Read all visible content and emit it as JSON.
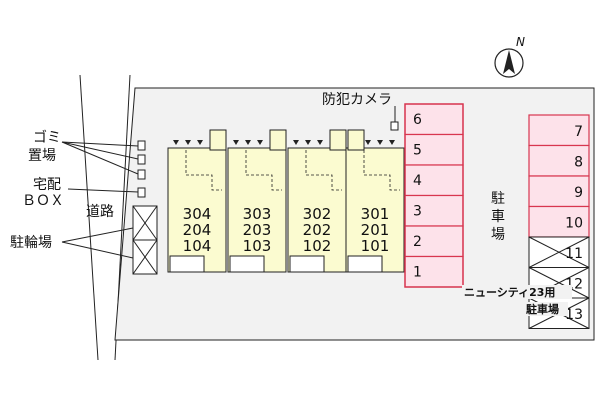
{
  "compass": {
    "north_label": "N"
  },
  "labels": {
    "camera": "防犯カメラ",
    "garbage_line1": "ゴミ",
    "garbage_line2": "置場",
    "delivery_line1": "宅配",
    "delivery_line2": "ＢＯＸ",
    "road": "道路",
    "bicycle": "駐輪場",
    "parking_char1": "駐",
    "parking_char2": "車",
    "parking_char3": "場",
    "newcity_line1": "ニューシティ23用",
    "newcity_line2": "駐車場"
  },
  "units": [
    {
      "name": "unit-block-4",
      "rooms": [
        "304",
        "204",
        "104"
      ]
    },
    {
      "name": "unit-block-3",
      "rooms": [
        "303",
        "203",
        "103"
      ]
    },
    {
      "name": "unit-block-2",
      "rooms": [
        "302",
        "202",
        "102"
      ]
    },
    {
      "name": "unit-block-1",
      "rooms": [
        "301",
        "201",
        "101"
      ]
    }
  ],
  "parking_left": [
    "6",
    "5",
    "4",
    "3",
    "2",
    "1"
  ],
  "parking_right": [
    {
      "label": "7",
      "reserved": false
    },
    {
      "label": "8",
      "reserved": false
    },
    {
      "label": "9",
      "reserved": false
    },
    {
      "label": "10",
      "reserved": false
    },
    {
      "label": "11",
      "reserved": true
    },
    {
      "label": "12",
      "reserved": true
    },
    {
      "label": "13",
      "reserved": true
    }
  ],
  "colors": {
    "building_fill": "#fbfbd0",
    "parking_fill": "#fde2ea",
    "parking_stroke": "#d8364f",
    "line": "#222222"
  }
}
